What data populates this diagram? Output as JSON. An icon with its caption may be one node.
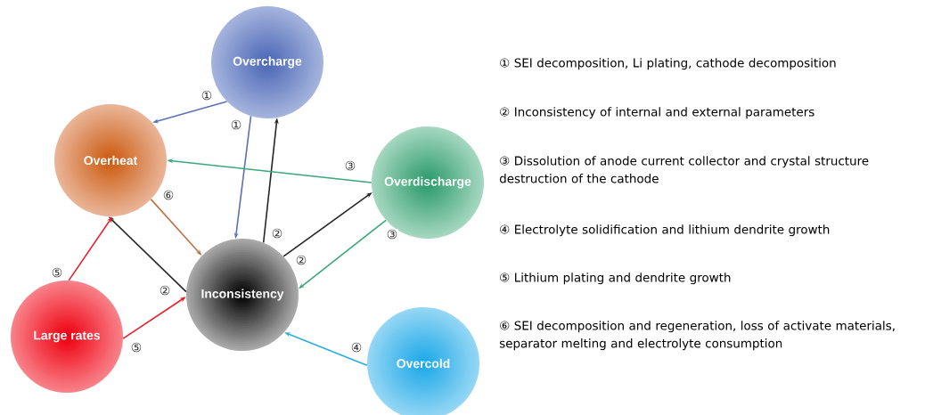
{
  "diagram": {
    "nodes": [
      {
        "text": [
          "Overcharge"
        ]
      },
      {
        "text": [
          "Overheat"
        ]
      },
      {
        "text": [
          "Overdischarge"
        ]
      },
      {
        "text": [
          "Inconsistency"
        ]
      },
      {
        "text": [
          "Large rates"
        ]
      },
      {
        "text": [
          "Overcold"
        ]
      }
    ],
    "edges": [
      {
        "from": 0,
        "to": 1,
        "arrow": "to",
        "label": "①",
        "color": "#5b72b8"
      },
      {
        "from": 0,
        "to": 3,
        "arrow": "to",
        "label": "①",
        "color": "#5b72b8"
      },
      {
        "from": 3,
        "to": 0,
        "arrow": "to",
        "label": "②"
      },
      {
        "from": 2,
        "to": 1,
        "arrow": "to",
        "label": "③",
        "color": "#3aa77c"
      },
      {
        "from": 1,
        "to": 3,
        "arrow": "to",
        "label": "⑥",
        "color": "#c07040"
      },
      {
        "from": 3,
        "to": 2,
        "arrow": "to",
        "label": "②"
      },
      {
        "from": 2,
        "to": 3,
        "arrow": "to",
        "label": "③",
        "color": "#3aa77c"
      },
      {
        "from": 3,
        "to": 1,
        "arrow": "to",
        "label": "②"
      },
      {
        "from": 4,
        "to": 1,
        "arrow": "to",
        "label": "⑤",
        "color": "#e8202a"
      },
      {
        "from": 4,
        "to": 3,
        "arrow": "to",
        "label": "⑤",
        "color": "#e8202a"
      },
      {
        "from": 5,
        "to": 3,
        "arrow": "to",
        "label": "④",
        "color": "#2aaee0"
      }
    ],
    "labels": [
      "① SEI decomposition, Li plating, cathode decomposition",
      "② Inconsistency of internal and external parameters",
      "③ Dissolution of anode current collector and crystal structure destruction of the cathode",
      "④ Electrolyte solidification and lithium dendrite growth",
      "⑤ Lithium plating and dendrite growth",
      "⑥ SEI decomposition and regeneration, loss of activate materials, separator melting and electrolyte consumption"
    ]
  }
}
